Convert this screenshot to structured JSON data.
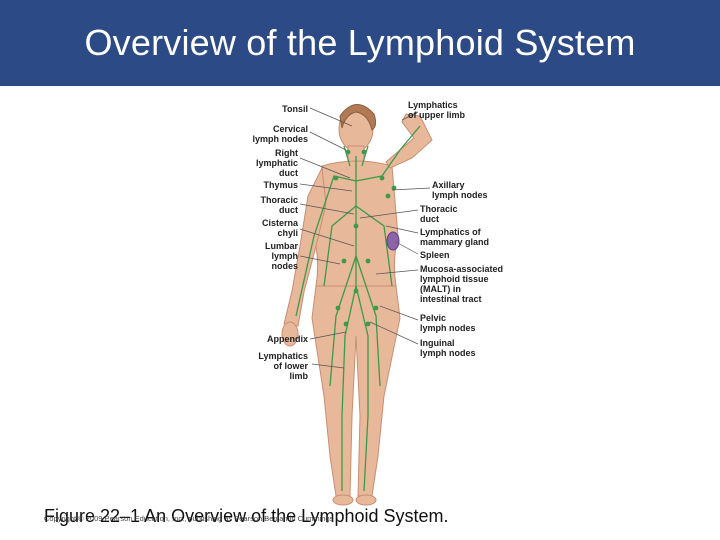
{
  "slide": {
    "title": "Overview of the Lymphoid System",
    "caption": "Figure 22–1 An Overview of the Lymphoid System.",
    "copyright": "Copyright © 2009 Pearson Education, Inc., publishing as Pearson Benjamin Cummings"
  },
  "labels_left": [
    "Tonsil",
    "Cervical\nlymph nodes",
    "Right\nlymphatic\nduct",
    "Thymus",
    "Thoracic\nduct",
    "Cisterna\nchyli",
    "Lumbar\nlymph\nnodes",
    "Appendix",
    "Lymphatics\nof lower\nlimb"
  ],
  "labels_right": [
    "Lymphatics\nof upper limb",
    "Axillary\nlymph nodes",
    "Thoracic\nduct",
    "Lymphatics of\nmammary gland",
    "Spleen",
    "Mucosa-associated\nlymphoid tissue\n(MALT) in\nintestinal tract",
    "Pelvic\nlymph nodes",
    "Inguinal\nlymph nodes"
  ],
  "colors": {
    "title_bar": "#2c4a86",
    "skin": "#e8b89a",
    "lymph": "#3c9a4a",
    "spleen": "#8a63a8"
  }
}
